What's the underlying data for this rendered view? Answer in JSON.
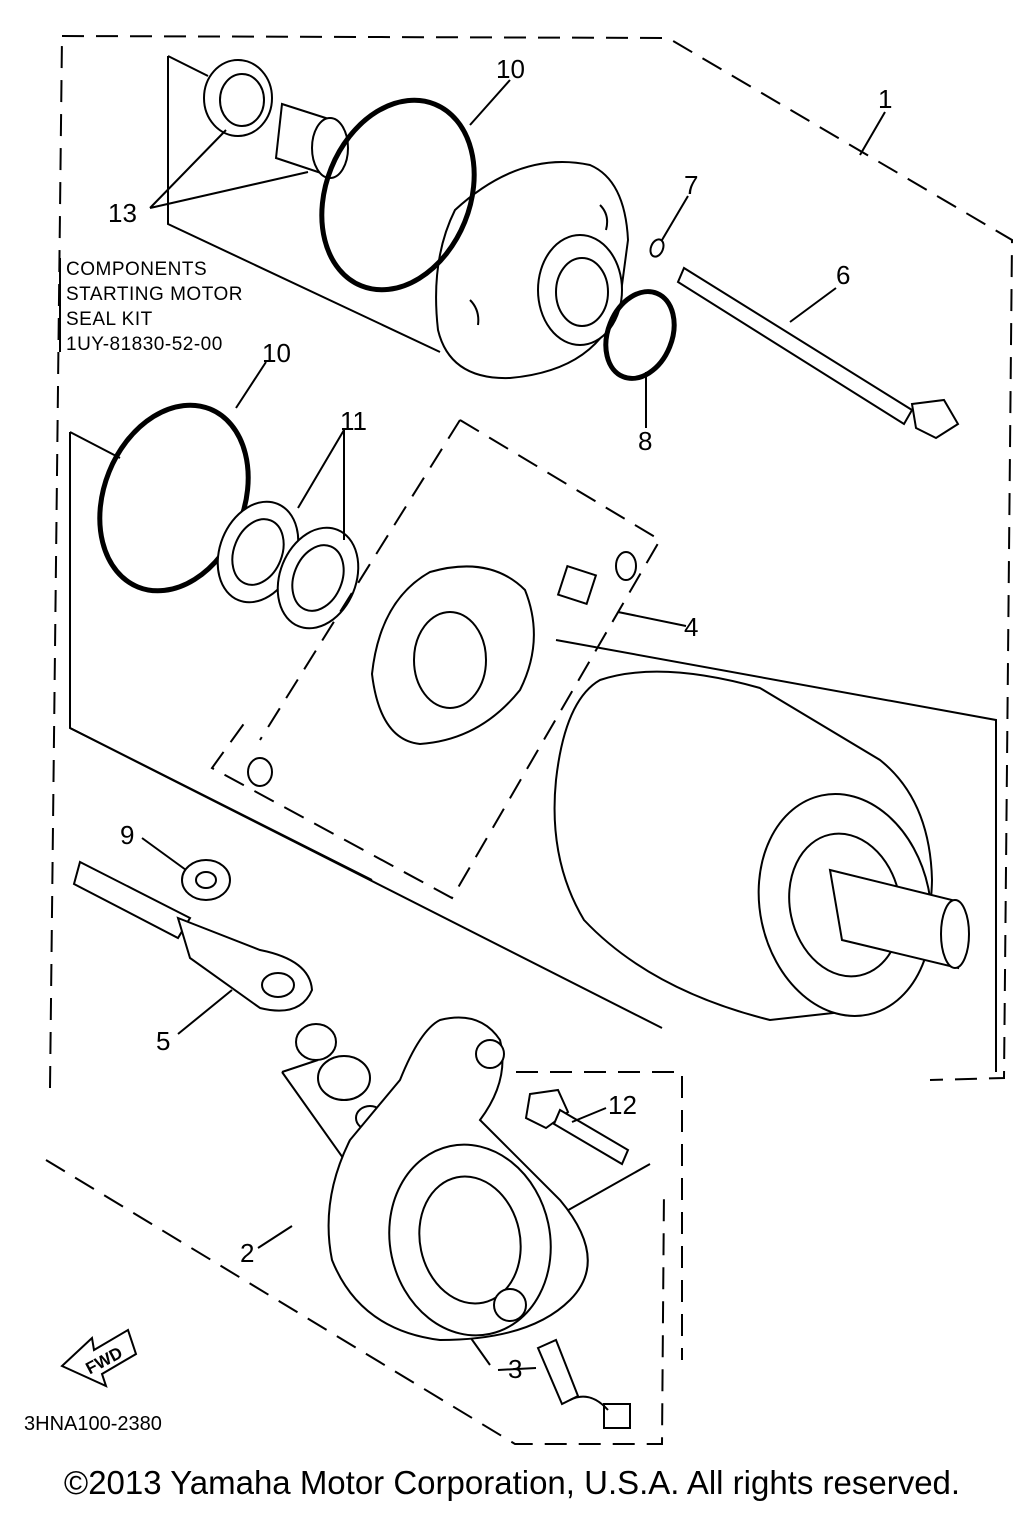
{
  "diagram": {
    "callouts": [
      "1",
      "2",
      "3",
      "4",
      "5",
      "6",
      "7",
      "8",
      "9",
      "10",
      "10",
      "11",
      "12",
      "13"
    ],
    "seal_kit_note": [
      "COMPONENTS",
      "STARTING MOTOR",
      "SEAL KIT",
      "1UY-81830-52-00"
    ],
    "fwd_label": "FWD",
    "drawing_code": "3HNA100-2380"
  },
  "footer": {
    "copyright": "©2013 Yamaha Motor Corporation, U.S.A. All rights reserved."
  }
}
